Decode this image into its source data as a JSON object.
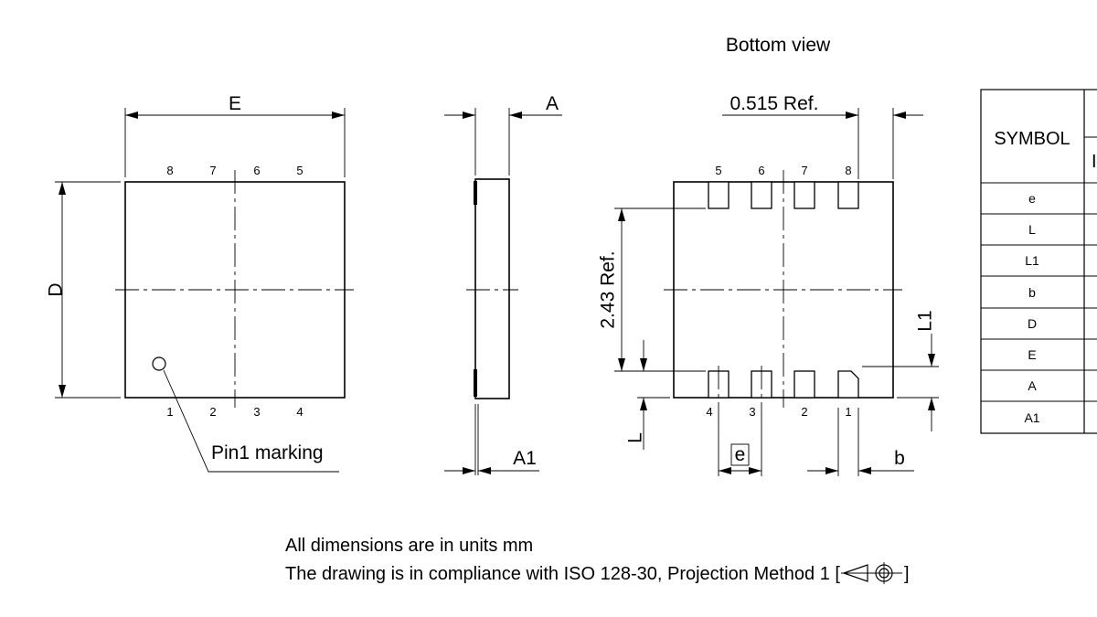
{
  "titles": {
    "bottom_view": "Bottom view"
  },
  "top_view": {
    "dim_e": "E",
    "dim_d": "D",
    "pins_top": [
      "8",
      "7",
      "6",
      "5"
    ],
    "pins_bottom": [
      "1",
      "2",
      "3",
      "4"
    ],
    "pin1_marking": "Pin1 marking"
  },
  "side_view": {
    "dim_a": "A",
    "dim_a1": "A1"
  },
  "bottom_view": {
    "ref_top": "0.515 Ref.",
    "ref_side": "2.43 Ref.",
    "dim_l1": "L1",
    "dim_l": "L",
    "dim_e_pitch": "e",
    "dim_b": "b",
    "pins_top": [
      "5",
      "6",
      "7",
      "8"
    ],
    "pins_bottom": [
      "4",
      "3",
      "2",
      "1"
    ]
  },
  "symbol_table": {
    "header": "SYMBOL",
    "rows": [
      "e",
      "L",
      "L1",
      "b",
      "D",
      "E",
      "A",
      "A1"
    ]
  },
  "notes": {
    "line1": "All dimensions are in units mm",
    "line2_prefix": "The drawing is in compliance with ISO 128-30, Projection Method 1 [",
    "line2_suffix": "]"
  }
}
